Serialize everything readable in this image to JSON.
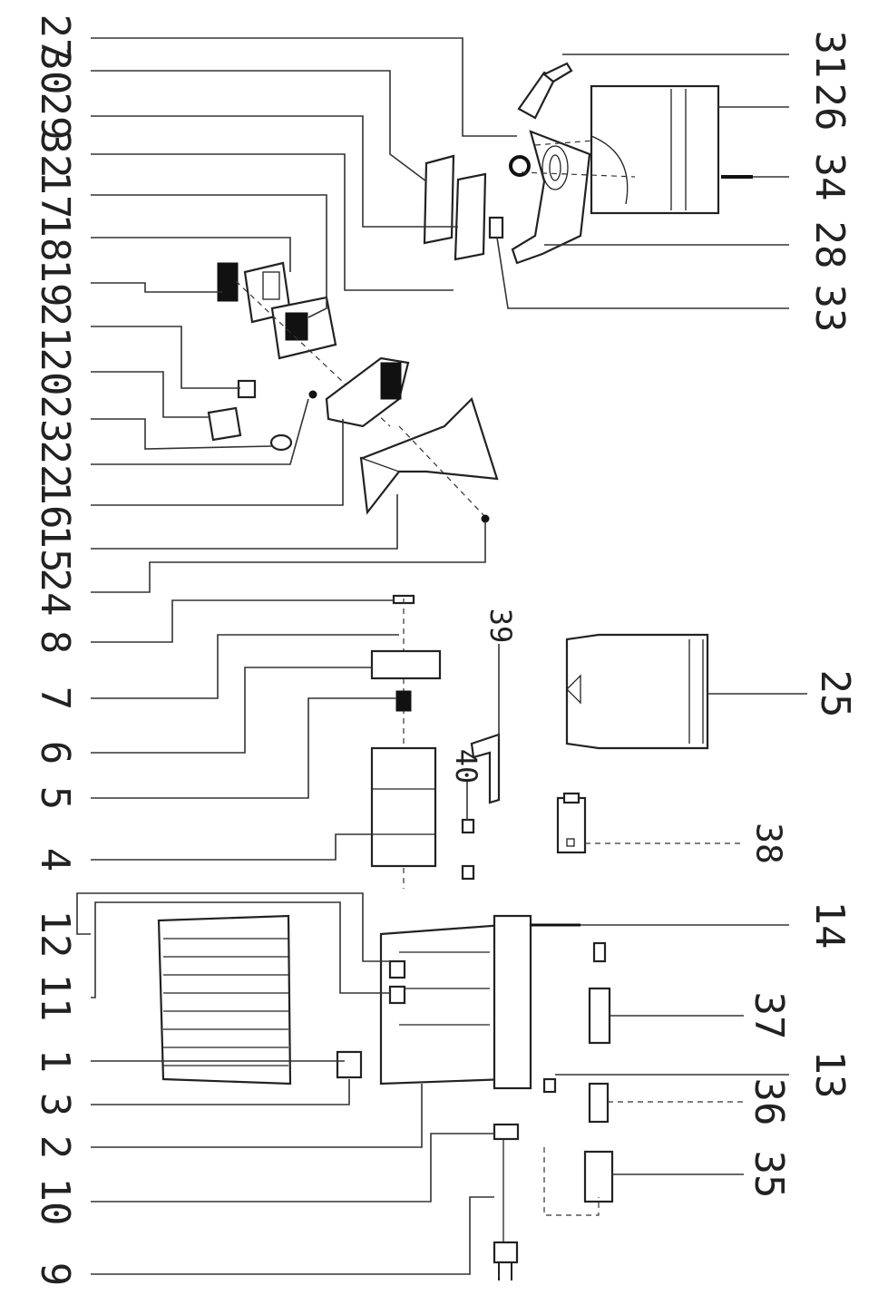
{
  "diagram": {
    "labels_left": [
      "27",
      "30",
      "29",
      "32",
      "17",
      "18",
      "19",
      "21",
      "20",
      "23",
      "22",
      "16",
      "15",
      "24",
      "8",
      "7",
      "6",
      "5",
      "4",
      "12",
      "11",
      "1",
      "3",
      "2",
      "10",
      "9"
    ],
    "labels_right": [
      "31",
      "26",
      "34",
      "28",
      "33",
      "14",
      "13",
      "37",
      "36",
      "35"
    ],
    "labels_mid": [
      "39",
      "40",
      "25",
      "38"
    ]
  }
}
